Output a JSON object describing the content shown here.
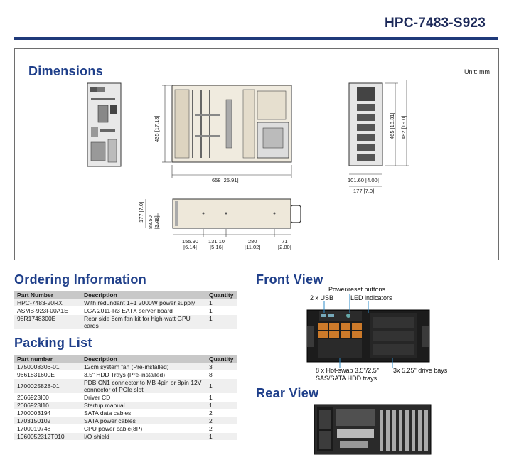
{
  "header": {
    "model": "HPC-7483-S923"
  },
  "dimensions": {
    "title": "Dimensions",
    "unit": "Unit: mm",
    "labels": {
      "height_front": "435 [17.13]",
      "depth": "658 [25.91]",
      "rack_h1": "465 [18.31]",
      "rack_h2": "482 [19.0]",
      "ear_w1": "101.60 [4.00]",
      "ear_w2": "177 [7.0]",
      "side_h1": "177 [7.0]",
      "side_h2a": "88.50",
      "side_h2b": "[3.48]",
      "s1a": "155.90",
      "s1b": "[6.14]",
      "s2a": "131.10",
      "s2b": "[5.16]",
      "s3a": "280",
      "s3b": "[11.02]",
      "s4a": "71",
      "s4b": "[2.80]"
    }
  },
  "ordering": {
    "title": "Ordering Information",
    "headers": [
      "Part Number",
      "Description",
      "Quantity"
    ],
    "rows": [
      [
        "HPC-7483-20RX",
        "With redundant 1+1 2000W power supply",
        "1"
      ],
      [
        "ASMB-923I-00A1E",
        "LGA 2011-R3 EATX server board",
        "1"
      ],
      [
        "98R1748300E",
        "Rear side 8cm fan kit for high-watt GPU cards",
        "1"
      ]
    ]
  },
  "packing": {
    "title": "Packing List",
    "headers": [
      "Part number",
      "Description",
      "Quantity"
    ],
    "rows": [
      [
        "1750008306-01",
        "12cm system fan (Pre-installed)",
        "3"
      ],
      [
        "9661831600E",
        "3.5\" HDD Trays (Pre-installed)",
        "8"
      ],
      [
        "1700025828-01",
        "PDB CN1 connector to MB 4pin or 8pin 12V connector of PCIe slot",
        "1"
      ],
      [
        "2066923I00",
        "Driver CD",
        "1"
      ],
      [
        "2006923I10",
        "Startup manual",
        "1"
      ],
      [
        "1700003194",
        "SATA data cables",
        "2"
      ],
      [
        "1703150102",
        "SATA power cables",
        "2"
      ],
      [
        "1700019748",
        "CPU power cable(8P)",
        "2"
      ],
      [
        "1960052312T010",
        "I/O shield",
        "1"
      ]
    ]
  },
  "front_view": {
    "title": "Front View",
    "callouts": {
      "power": "Power/reset buttons",
      "usb": "2 x USB",
      "led": "LED indicators",
      "hdd1": "8 x Hot-swap 3.5\"/2.5\"",
      "hdd2": "SAS/SATA HDD trays",
      "bays": "3x 5.25\" drive bays"
    }
  },
  "rear_view": {
    "title": "Rear View"
  }
}
